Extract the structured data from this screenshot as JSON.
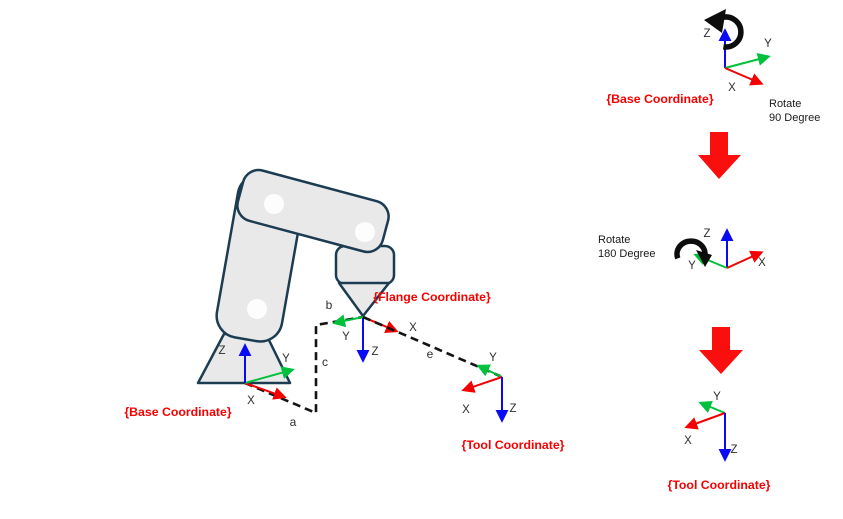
{
  "colors": {
    "x_axis": "#f40000",
    "y_axis": "#00c13c",
    "z_axis": "#0a0af5",
    "frame_label": "#f70000",
    "robot_fill": "#e9e9e9",
    "robot_stroke": "#1c3c52",
    "joint_fill": "#fdfdfd",
    "rotation_arrow": "#0d0d0d",
    "step_arrow": "#fb0e0e",
    "axis_letter": "#2e2e2e",
    "dash_line": "#141414"
  },
  "robot_scene": {
    "base_frame": {
      "title": "{Base Coordinate}",
      "x": "X",
      "y": "Y",
      "z": "Z"
    },
    "flange_frame": {
      "title": "{Flange Coordinate}",
      "x": "X",
      "y": "Y",
      "z": "Z"
    },
    "tool_frame": {
      "title": "{Tool Coordinate}",
      "x": "X",
      "y": "Y",
      "z": "Z"
    },
    "dims": {
      "a": "a",
      "b": "b",
      "c": "c",
      "e": "e"
    }
  },
  "steps": {
    "step1": {
      "title": "{Base Coordinate}",
      "caption_1": "Rotate",
      "caption_2": "90 Degree",
      "x": "X",
      "y": "Y",
      "z": "Z"
    },
    "step2": {
      "caption_1": "Rotate",
      "caption_2": "180 Degree",
      "x": "X",
      "y": "Y",
      "z": "Z"
    },
    "step3": {
      "title": "{Tool Coordinate}",
      "x": "X",
      "y": "Y",
      "z": "Z"
    }
  }
}
